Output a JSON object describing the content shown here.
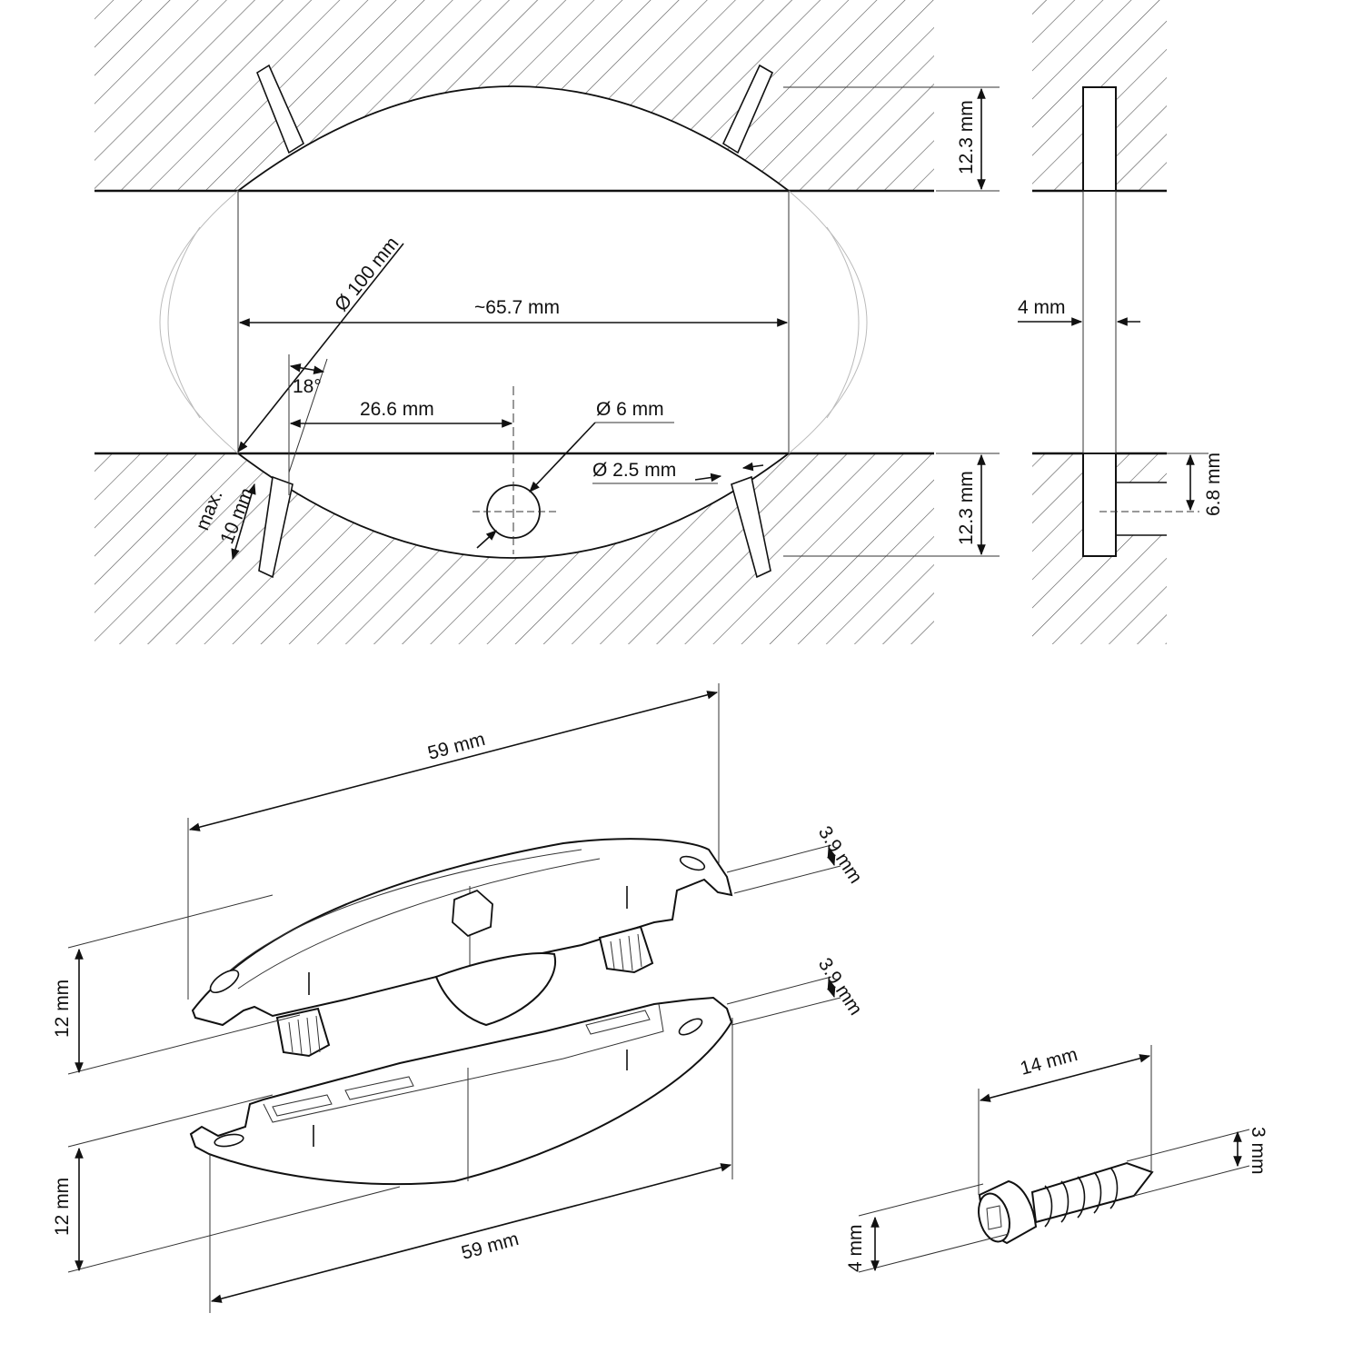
{
  "cross_section": {
    "dim_height_top": "12.3 mm",
    "dim_diameter": "Ø 100 mm",
    "dim_width": "~65.7 mm",
    "dim_slot": "4 mm",
    "dim_angle": "18°",
    "dim_offset": "26.6 mm",
    "dim_hole": "Ø  6 mm",
    "dim_pin": "Ø 2.5 mm",
    "dim_depth_max_1": "max.",
    "dim_depth_max_2": "10 mm",
    "dim_height_bottom": "12.3 mm",
    "dim_side_depth": "6.8 mm"
  },
  "connector_parts": {
    "length_top": "59 mm",
    "thickness_top": "3.9 mm",
    "height_top": "12 mm",
    "thickness_bottom": "3.9 mm",
    "height_bottom": "12 mm",
    "length_bottom": "59 mm"
  },
  "screw": {
    "length": "14 mm",
    "thread_diameter": "3 mm",
    "head_diameter": "4 mm"
  }
}
